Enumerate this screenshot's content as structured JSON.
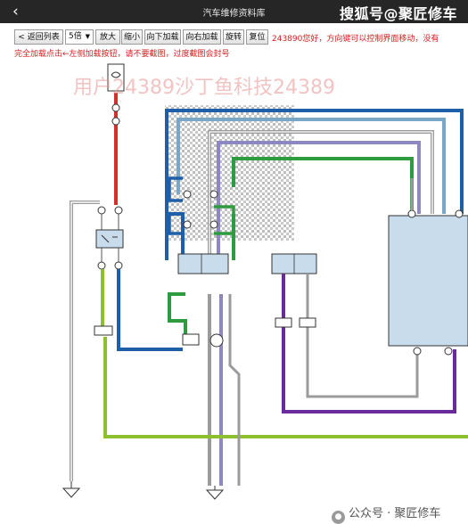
{
  "app": {
    "title": "汽车维修资料库",
    "back_icon": "chevron-left-icon",
    "watermark_top": "搜狐号@聚匠修车",
    "watermark_user": "用户24389沙丁鱼科技24389",
    "watermark_bottom": "公众号 · 聚匠修车"
  },
  "toolbar": {
    "back_list": "< 返回列表",
    "zoom_select": "5倍",
    "zoom_in": "放大",
    "zoom_out": "缩小",
    "load_down": "向下加载",
    "load_right": "向右加载",
    "rotate": "旋转",
    "reset": "复位"
  },
  "hints": {
    "line1": "243890您好，方向键可以控制界面移动，没有",
    "line2": "完全加载点击←左侧加载按钮，请不要截图，过度截图会封号"
  },
  "colors": {
    "red_wire": "#d32f2f",
    "blue_wire": "#1f5fa8",
    "lightblue_wire": "#7aa6c8",
    "green_wire": "#2e9b3e",
    "gray_wire": "#9b9b9b",
    "lavender_wire": "#8e88c0",
    "purple_wire": "#6a2a9a",
    "yellowgreen_wire": "#8dbf2f",
    "ecu_fill": "#c8dcec"
  }
}
